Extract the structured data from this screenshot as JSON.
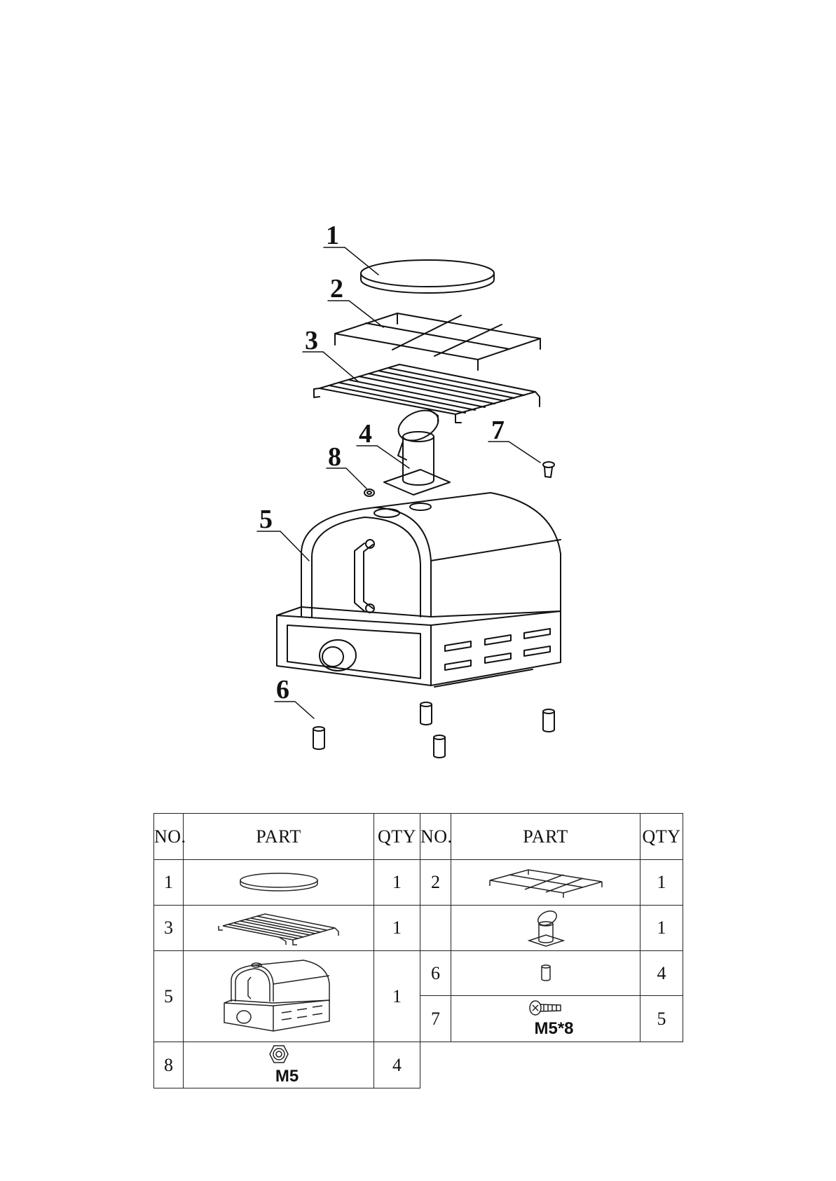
{
  "callouts": [
    "1",
    "2",
    "3",
    "4",
    "5",
    "6",
    "7",
    "8"
  ],
  "table": {
    "headers": {
      "no": "NO.",
      "part": "PART",
      "qty": "QTY",
      "no2": "NO.",
      "part2": "PART",
      "qty2": "QTY"
    },
    "rows": [
      {
        "no": "1",
        "qty": "1",
        "icon": "pizza-stone-icon"
      },
      {
        "no": "2",
        "qty": "1",
        "icon": "wire-rack-icon"
      },
      {
        "no": "3",
        "qty": "1",
        "icon": "cooking-grate-icon"
      },
      {
        "no": "",
        "qty": "1",
        "icon": "chimney-icon"
      },
      {
        "no": "5",
        "qty": "1",
        "icon": "oven-body-icon"
      },
      {
        "no": "6",
        "qty": "4",
        "icon": "foot-icon"
      },
      {
        "no": "7",
        "qty": "5",
        "icon": "screw-icon",
        "spec": "M5*8"
      },
      {
        "no": "8",
        "qty": "4",
        "icon": "nut-icon",
        "spec": "M5"
      }
    ]
  }
}
